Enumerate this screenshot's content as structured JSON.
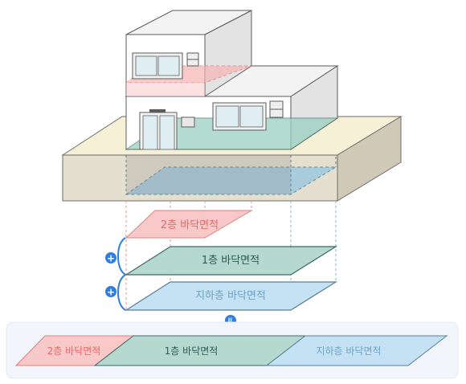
{
  "labels": {
    "floor2": "2층 바닥면적",
    "floor1": "1층 바닥면적",
    "basement": "지하층 바닥면적"
  },
  "operators": {
    "plus_top": "+",
    "plus_bottom": "+",
    "equals": "="
  },
  "total_bar": {
    "floor2": "2층 바닥면적",
    "floor1": "1층 바닥면적",
    "basement": "지하층 바닥면적"
  },
  "colors": {
    "floor2_fill": "#f9c9c9",
    "floor2_stroke": "#e07f7f",
    "floor2_text": "#e06a6a",
    "floor1_fill": "#b5d8cf",
    "floor1_stroke": "#3f6b62",
    "floor1_text": "#2f5a52",
    "basement_fill": "#c4e2f3",
    "basement_stroke": "#5a7f96",
    "basement_text": "#6fa3c8",
    "accent_blue": "#2f7de0"
  }
}
